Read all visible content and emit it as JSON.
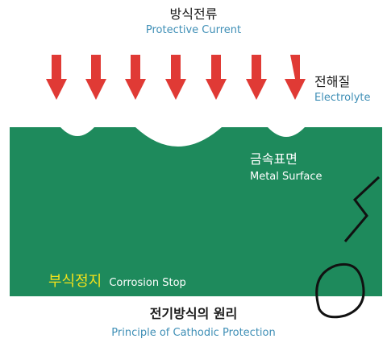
{
  "top_label": {
    "ko": "방식전류",
    "en": "Protective Current"
  },
  "electrolyte_label": {
    "ko": "전해질",
    "en": "Electrolyte"
  },
  "metal_label": {
    "ko": "금속표면",
    "en": "Metal Surface"
  },
  "stop_label": {
    "ko": "부식정지",
    "en": "Corrosion Stop"
  },
  "caption": {
    "ko": "전기방식의 원리",
    "en": "Principle of Cathodic Protection"
  },
  "watermark": "ON",
  "colors": {
    "arrow": "#e03a35",
    "metal": "#1e8a5c",
    "accent_en": "#3f8fb6",
    "stop_ko": "#f3e21a",
    "watermark": "#111111"
  },
  "arrow_count": 7
}
